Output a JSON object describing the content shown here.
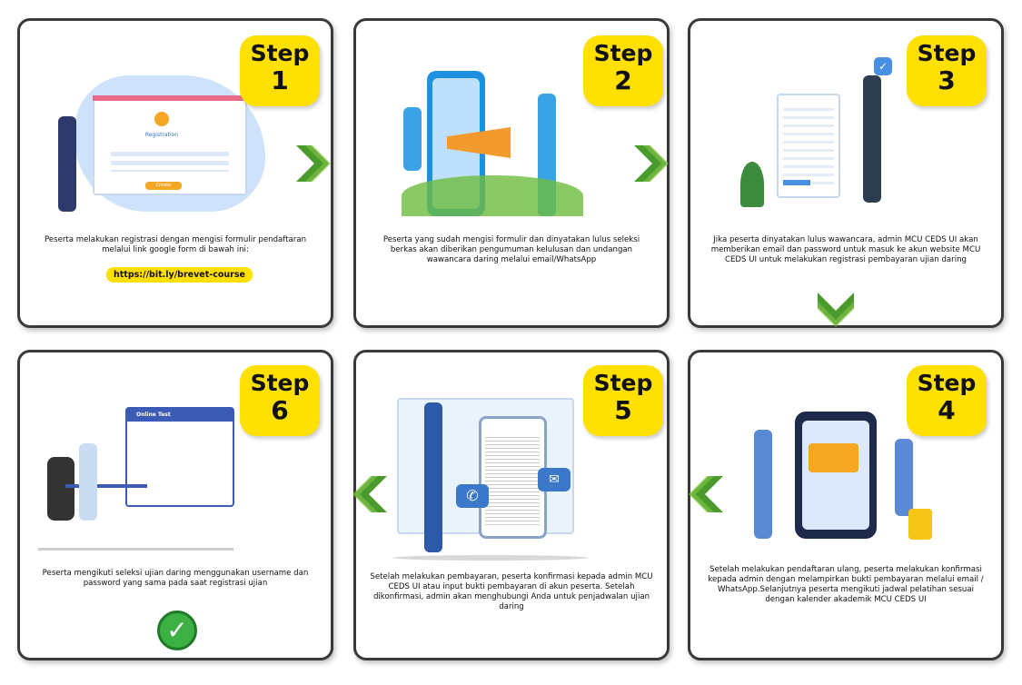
{
  "steps": [
    {
      "word": "Step",
      "num": "1",
      "desc": "Peserta melakukan registrasi dengan mengisi formulir pendaftaran melalui link google form di bawah ini:",
      "link": "https://bit.ly/brevet-course",
      "ill_title": "Registration",
      "ill_button": "Create"
    },
    {
      "word": "Step",
      "num": "2",
      "desc": "Peserta yang sudah mengisi formulir dan dinyatakan lulus seleksi berkas akan diberikan pengumuman kelulusan dan undangan wawancara daring melalui email/WhatsApp"
    },
    {
      "word": "Step",
      "num": "3",
      "desc": "Jika peserta dinyatakan lulus wawancara, admin MCU CEDS UI akan memberikan email dan password untuk masuk ke akun website MCU CEDS UI untuk melakukan registrasi pembayaran ujian daring"
    },
    {
      "word": "Step",
      "num": "4",
      "desc": "Setelah melakukan pendaftaran ulang, peserta melakukan konfirmasi kepada admin dengan melampirkan bukti pembayaran melalui email / WhatsApp.Selanjutnya peserta mengikuti jadwal pelatihan sesuai dengan kalender akademik  MCU CEDS UI"
    },
    {
      "word": "Step",
      "num": "5",
      "desc": "Setelah melakukan pembayaran, peserta konfirmasi kepada admin MCU CEDS UI atau input bukti pembayaran di akun peserta. Setelah dikonfirmasi, admin akan menghubungi Anda untuk penjadwalan ujian daring"
    },
    {
      "word": "Step",
      "num": "6",
      "desc": "Peserta mengikuti seleksi ujian daring menggunakan username dan password yang sama pada saat registrasi ujian",
      "ill_title": "Online Test"
    }
  ],
  "colors": {
    "badge": "#ffe000",
    "arrow": "#4a9a2e",
    "border": "#3a3a3a"
  }
}
